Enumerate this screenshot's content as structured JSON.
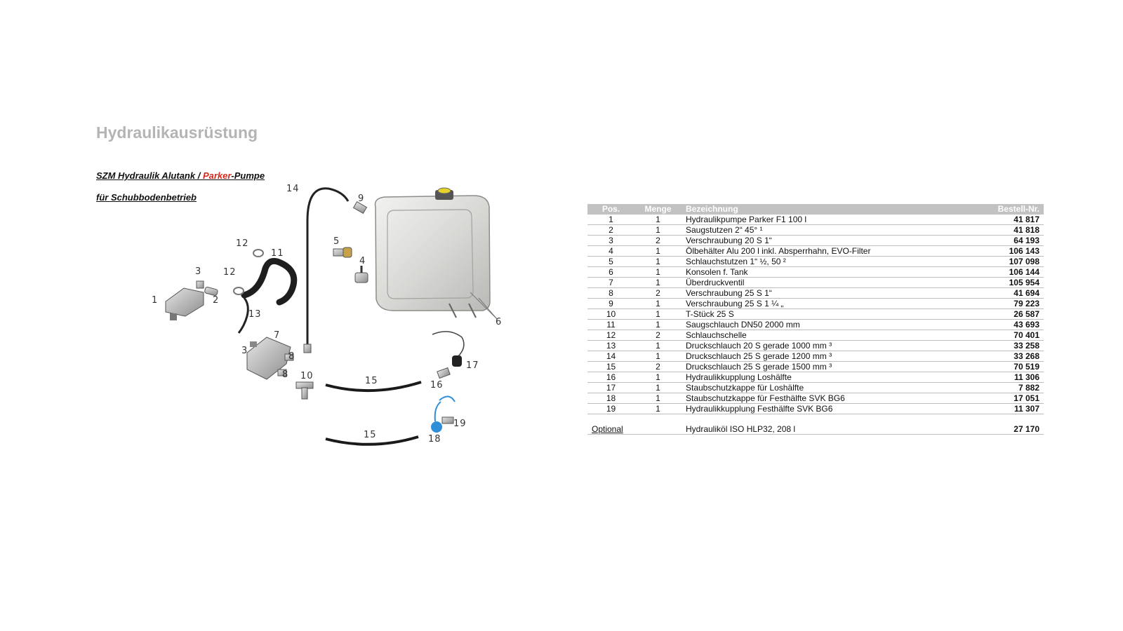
{
  "page_title": "Hydraulikausrüstung",
  "subtitle": {
    "prefix": "SZM Hydraulik Alutank / ",
    "brand": "Parker",
    "suffix": "-Pumpe",
    "line2": "für Schubbodenbetrieb",
    "brand_color": "#d42a1e"
  },
  "diagram_callouts": [
    "14",
    "9",
    "5",
    "4",
    "12",
    "11",
    "3",
    "12",
    "1",
    "2",
    "13",
    "7",
    "3",
    "8",
    "8",
    "10",
    "15",
    "16",
    "17",
    "6",
    "15",
    "18",
    "19"
  ],
  "table": {
    "headers": [
      "Pos.",
      "Menge",
      "Bezeichnung",
      "Bestell-Nr."
    ],
    "rows": [
      {
        "pos": "1",
        "menge": "1",
        "bez": "Hydraulikpumpe Parker F1 100 l",
        "nr": "41 817"
      },
      {
        "pos": "2",
        "menge": "1",
        "bez": "Saugstutzen  2“ 45° ¹",
        "nr": "41 818"
      },
      {
        "pos": "3",
        "menge": "2",
        "bez": "Verschraubung 20 S 1“",
        "nr": "64 193"
      },
      {
        "pos": "4",
        "menge": "1",
        "bez": "Ölbehälter Alu 200 l inkl. Absperrhahn, EVO-Filter",
        "nr": "106 143"
      },
      {
        "pos": "5",
        "menge": "1",
        "bez": "Schlauchstutzen  1“ ½, 50 ²",
        "nr": "107 098"
      },
      {
        "pos": "6",
        "menge": "1",
        "bez": "Konsolen f. Tank",
        "nr": "106 144"
      },
      {
        "pos": "7",
        "menge": "1",
        "bez": "Überdruckventil",
        "nr": "105 954"
      },
      {
        "pos": "8",
        "menge": "2",
        "bez": "Verschraubung 25 S 1“",
        "nr": "41 694"
      },
      {
        "pos": "9",
        "menge": "1",
        "bez": "Verschraubung 25 S 1 ¼ „",
        "nr": "79 223"
      },
      {
        "pos": "10",
        "menge": "1",
        "bez": "T-Stück 25 S",
        "nr": "26 587"
      },
      {
        "pos": "11",
        "menge": "1",
        "bez": "Saugschlauch DN50 2000 mm",
        "nr": "43 693"
      },
      {
        "pos": "12",
        "menge": "2",
        "bez": "Schlauchschelle",
        "nr": "70 401"
      },
      {
        "pos": "13",
        "menge": "1",
        "bez": "Druckschlauch 20 S gerade 1000 mm ³",
        "nr": "33 258"
      },
      {
        "pos": "14",
        "menge": "1",
        "bez": "Druckschlauch 25 S gerade 1200 mm ³",
        "nr": "33 268"
      },
      {
        "pos": "15",
        "menge": "2",
        "bez": "Druckschlauch 25 S gerade 1500 mm ³",
        "nr": "70 519"
      },
      {
        "pos": "16",
        "menge": "1",
        "bez": "Hydraulikkupplung Loshälfte",
        "nr": "11 306"
      },
      {
        "pos": "17",
        "menge": "1",
        "bez": "Staubschutzkappe für Loshälfte",
        "nr": "7 882"
      },
      {
        "pos": "18",
        "menge": "1",
        "bez": "Staubschutzkappe für Festhälfte SVK BG6",
        "nr": "17 051"
      },
      {
        "pos": "19",
        "menge": "1",
        "bez": "Hydraulikkupplung Festhälfte SVK BG6",
        "nr": "11 307"
      }
    ],
    "optional": {
      "label": "Optional",
      "bez": "Hydrauliköl ISO HLP32, 208 l",
      "nr": "27 170"
    }
  }
}
